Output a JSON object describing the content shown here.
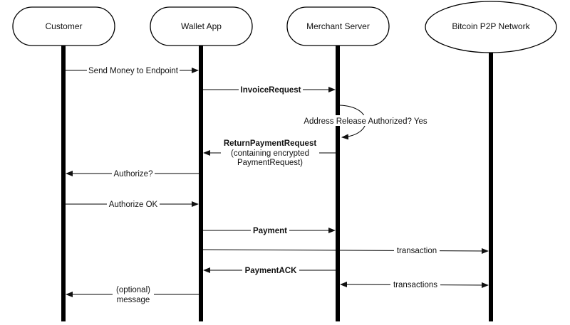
{
  "participants": {
    "customer": "Customer",
    "wallet": "Wallet App",
    "merchant": "Merchant Server",
    "network": "Bitcoin P2P Network"
  },
  "messages": {
    "send_money": "Send Money to Endpoint",
    "invoice_request": "InvoiceRequest",
    "address_release": "Address Release Authorized? Yes",
    "return_payment_request": {
      "line1": "ReturnPaymentRequest",
      "line2": "(containing encrypted",
      "line3": "PaymentRequest)"
    },
    "authorize_q": "Authorize?",
    "authorize_ok": "Authorize OK",
    "payment": "Payment",
    "transaction": "transaction",
    "payment_ack": "PaymentACK",
    "transactions": "transactions",
    "optional_message": {
      "line1": "(optional)",
      "line2": "message"
    }
  }
}
